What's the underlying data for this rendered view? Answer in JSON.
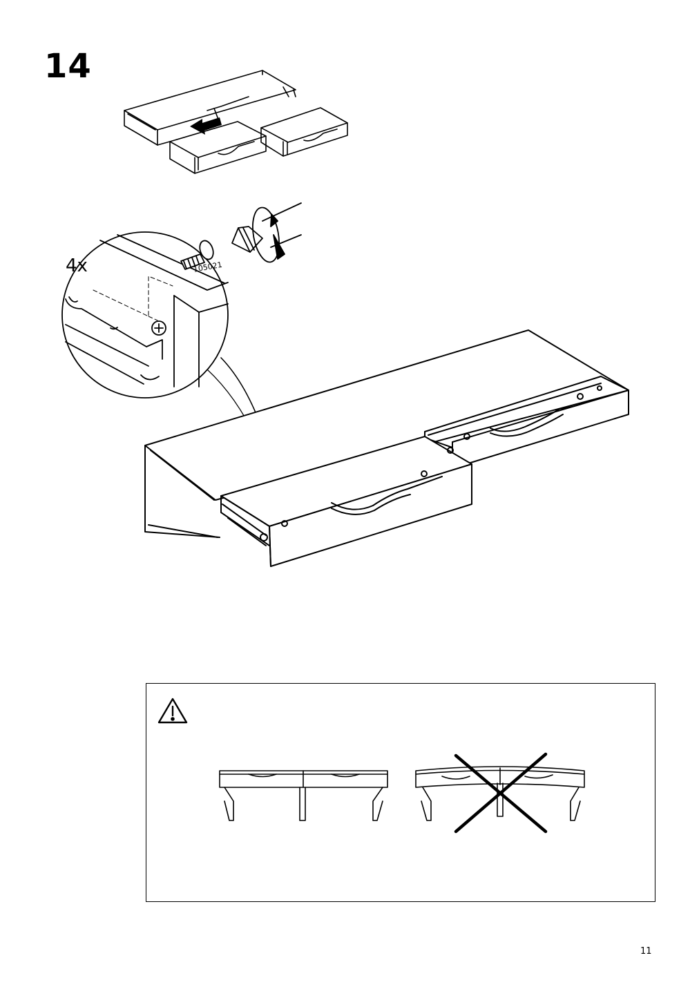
{
  "step": {
    "number": "14"
  },
  "detail": {
    "quantity": "4x",
    "part_number": "105021"
  },
  "warning": {
    "icon": "warning-triangle-icon"
  },
  "page": {
    "number": "11"
  }
}
